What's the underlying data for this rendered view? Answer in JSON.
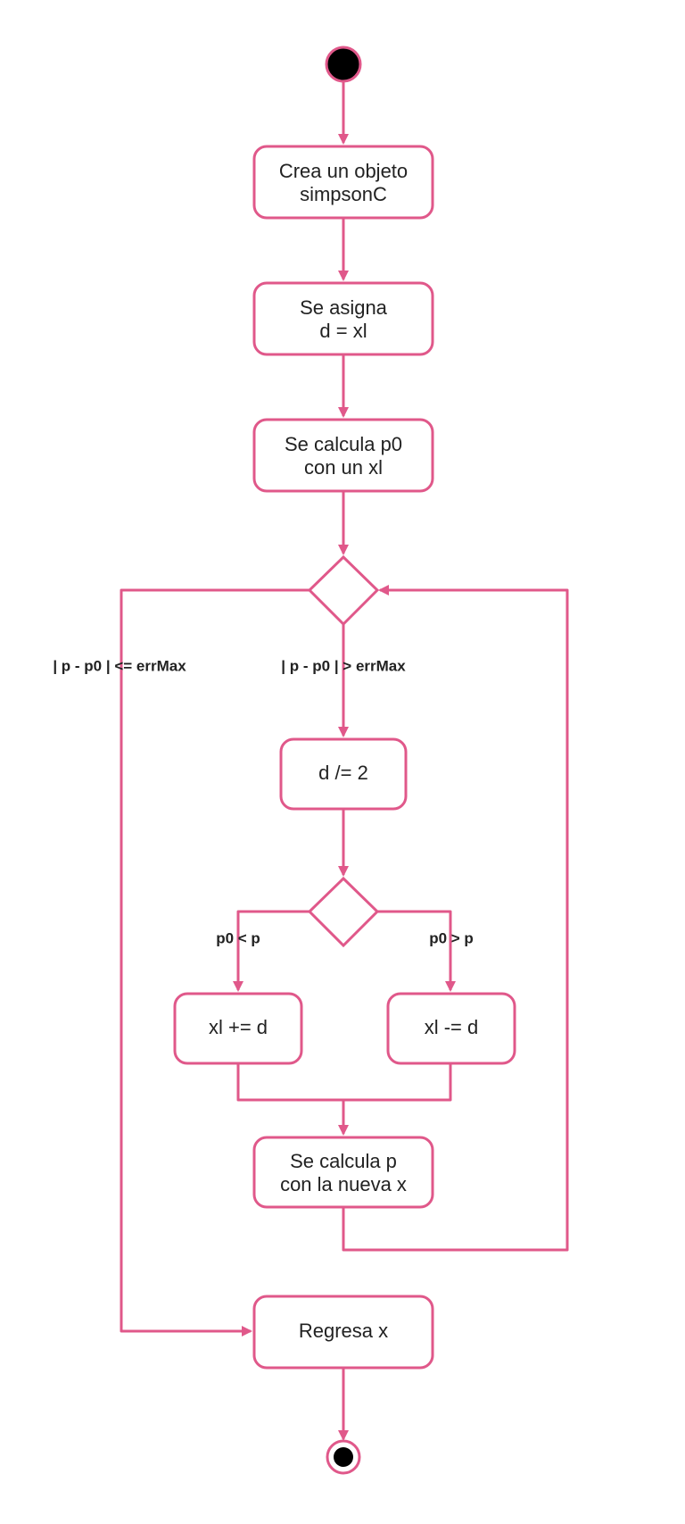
{
  "colors": {
    "stroke": "#e0588a",
    "text": "#222222",
    "node_fill": "#ffffff",
    "initial_fill": "#000000"
  },
  "nodes": {
    "create": {
      "line1": "Crea un objeto",
      "line2": "simpsonC"
    },
    "assign": {
      "line1": "Se asigna",
      "line2": "d = xl"
    },
    "calc_p0": {
      "line1": "Se calcula p0",
      "line2": "con un xl"
    },
    "halve": {
      "label": "d /= 2"
    },
    "inc": {
      "label": "xl += d"
    },
    "dec": {
      "label": "xl -= d"
    },
    "calc_p": {
      "line1": "Se calcula p",
      "line2": "con la nueva x"
    },
    "return": {
      "label": "Regresa x"
    }
  },
  "guards": {
    "done": "| p - p0 | <= errMax",
    "continue": "| p - p0 | > errMax",
    "lt": "p0 < p",
    "gt": "p0 > p"
  }
}
